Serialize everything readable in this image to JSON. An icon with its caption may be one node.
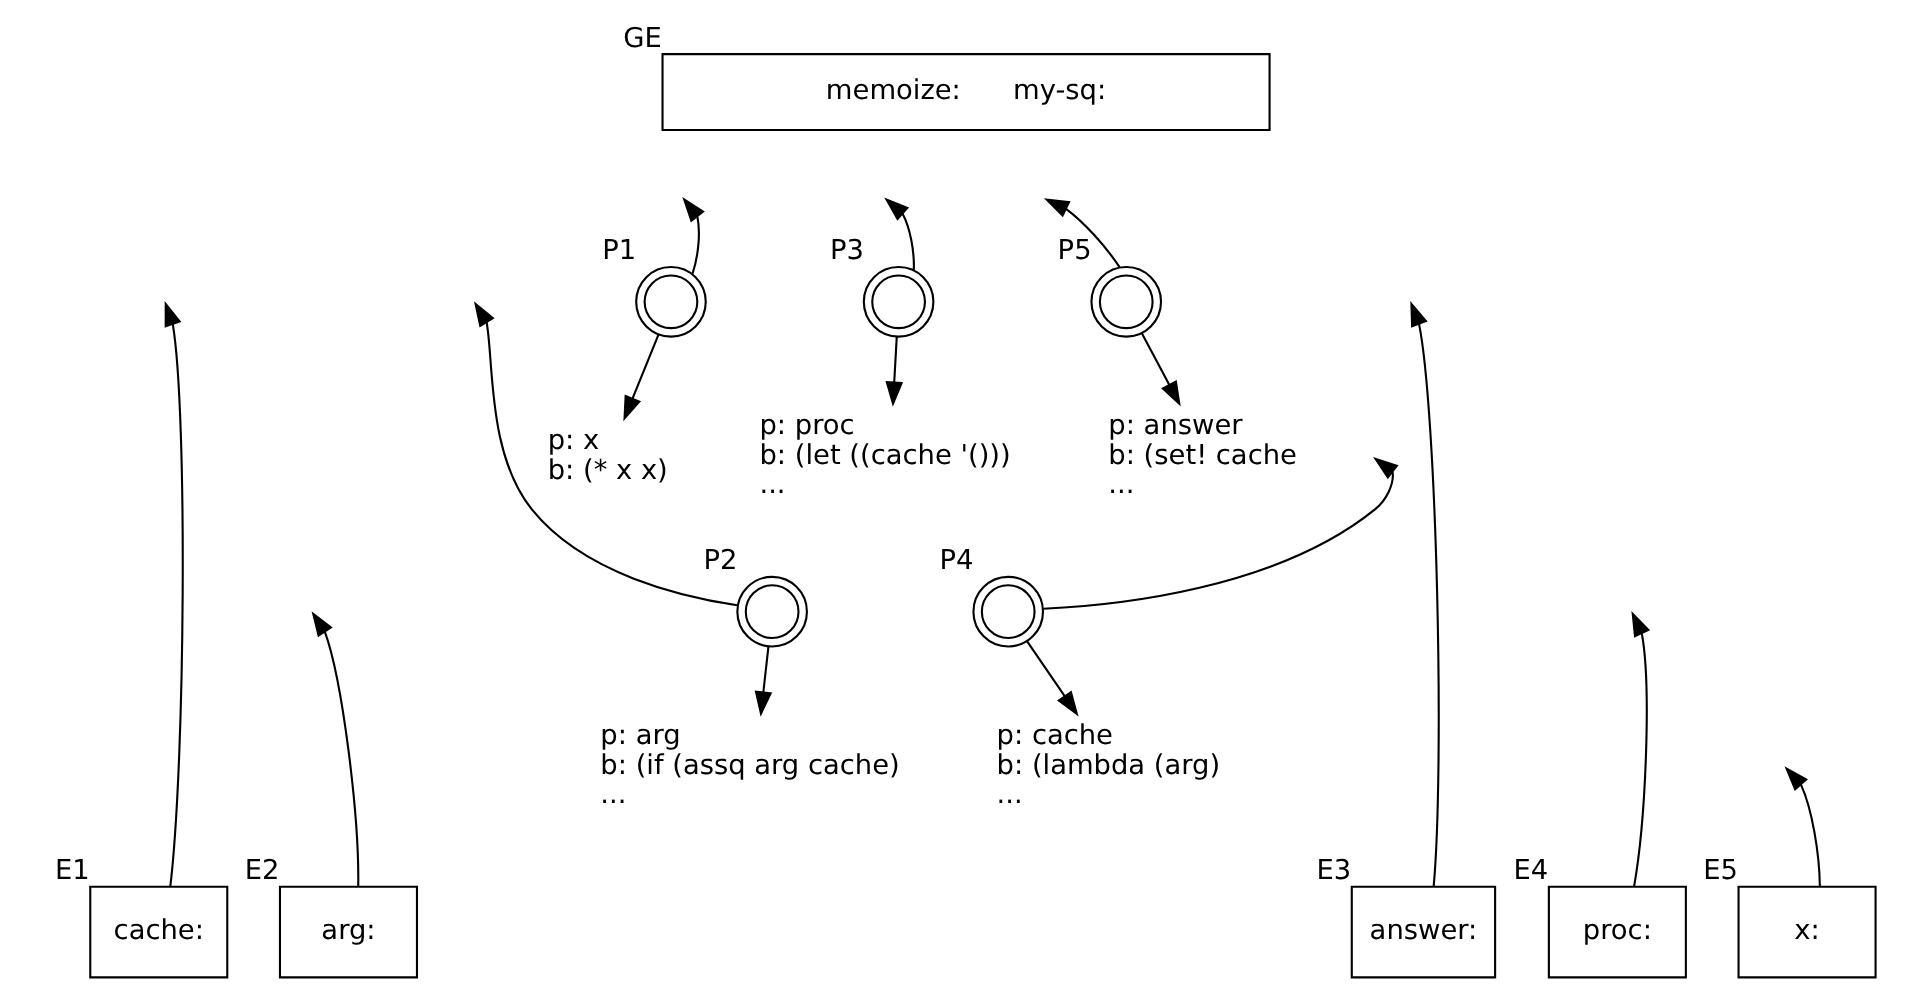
{
  "diagram": {
    "nodes": [
      {
        "text": [
          "GE",
          "memoize:",
          "my-sq:"
        ]
      },
      {
        "text": [],
        "shape": "circle",
        "beside": [
          "P1"
        ]
      },
      {
        "text": [
          "p: x",
          "b: (* x x)"
        ]
      },
      {
        "text": [],
        "shape": "circle",
        "beside": [
          "P3"
        ]
      },
      {
        "text": [
          "p: proc",
          "b: (let ((cache '()))",
          "..."
        ]
      },
      {
        "text": [],
        "shape": "circle",
        "beside": [
          "P5"
        ]
      },
      {
        "text": [
          "p: answer",
          "b: (set! cache",
          "..."
        ]
      },
      {
        "text": [],
        "shape": "circle",
        "beside": [
          "P2"
        ]
      },
      {
        "text": [
          "p: arg",
          "b: (if (assq arg cache)",
          "..."
        ]
      },
      {
        "text": [],
        "shape": "circle",
        "beside": [
          "P4"
        ]
      },
      {
        "text": [
          "p: cache",
          "b: (lambda (arg)",
          "..."
        ]
      },
      {
        "text": [
          "cache:"
        ],
        "beside": [
          "E1"
        ]
      },
      {
        "text": [
          "arg:"
        ],
        "beside": [
          "E2"
        ]
      },
      {
        "text": [
          "answer:"
        ],
        "beside": [
          "E3"
        ]
      },
      {
        "text": [
          "proc:"
        ],
        "beside": [
          "E4"
        ]
      },
      {
        "text": [
          "x:"
        ],
        "beside": [
          "E5"
        ]
      }
    ],
    "edges": [
      {
        "from": 1,
        "to": 2,
        "arrow": "to"
      },
      {
        "from": 1,
        "to": null,
        "arrow": "to"
      },
      {
        "from": 3,
        "to": 4,
        "arrow": "to"
      },
      {
        "from": 3,
        "to": null,
        "arrow": "to"
      },
      {
        "from": 5,
        "to": 6,
        "arrow": "to"
      },
      {
        "from": 5,
        "to": null,
        "arrow": "to"
      },
      {
        "from": 7,
        "to": 8,
        "arrow": "to"
      },
      {
        "from": 7,
        "to": null,
        "arrow": "to"
      },
      {
        "from": 9,
        "to": 10,
        "arrow": "to"
      },
      {
        "from": 9,
        "to": null,
        "arrow": "to"
      },
      {
        "from": 11,
        "to": null,
        "arrow": "to"
      },
      {
        "from": 12,
        "to": null,
        "arrow": "to"
      },
      {
        "from": 13,
        "to": null,
        "arrow": "to"
      },
      {
        "from": 14,
        "to": null,
        "arrow": "to"
      },
      {
        "from": 15,
        "to": null,
        "arrow": "to"
      }
    ]
  }
}
